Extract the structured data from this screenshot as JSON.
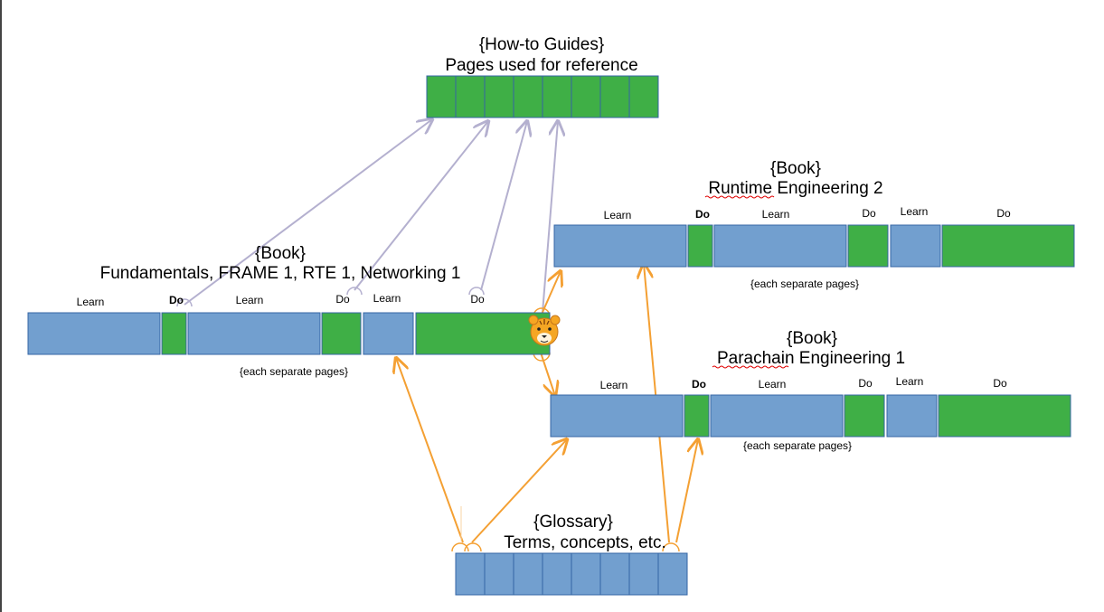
{
  "colors": {
    "learn": "#729fcf",
    "do": "#3faf46",
    "arrow_reference": "#b4b0cf",
    "arrow_glossary": "#f4a033",
    "box_border": "#3465a4",
    "spellcheck": "#e00000"
  },
  "howto": {
    "line1": "{How-to Guides}",
    "line2": "Pages used for reference",
    "cells": 8
  },
  "glossary": {
    "line1": "{Glossary}",
    "line2": "Terms, concepts, etc.",
    "cells": 8
  },
  "books": [
    {
      "id": "fundamentals",
      "line1": "{Book}",
      "line2": "Fundamentals, FRAME 1, RTE 1, Networking 1",
      "note": "{each separate pages}",
      "segments": [
        {
          "kind": "learn",
          "label": "Learn"
        },
        {
          "kind": "do",
          "label": "Do"
        },
        {
          "kind": "learn",
          "label": "Learn"
        },
        {
          "kind": "do",
          "label": "Do"
        },
        {
          "kind": "learn",
          "label": "Learn"
        },
        {
          "kind": "do",
          "label": "Do"
        }
      ]
    },
    {
      "id": "runtime",
      "line1": "{Book}",
      "line2": "Runtime Engineering 2",
      "note": "{each separate pages}",
      "segments": [
        {
          "kind": "learn",
          "label": "Learn"
        },
        {
          "kind": "do",
          "label": "Do"
        },
        {
          "kind": "learn",
          "label": "Learn"
        },
        {
          "kind": "do",
          "label": "Do"
        },
        {
          "kind": "learn",
          "label": "Learn"
        },
        {
          "kind": "do",
          "label": "Do"
        }
      ]
    },
    {
      "id": "parachain",
      "line1": "{Book}",
      "line2": "Parachain Engineering 1",
      "note": "{each separate pages}",
      "segments": [
        {
          "kind": "learn",
          "label": "Learn"
        },
        {
          "kind": "do",
          "label": "Do"
        },
        {
          "kind": "learn",
          "label": "Learn"
        },
        {
          "kind": "do",
          "label": "Do"
        },
        {
          "kind": "learn",
          "label": "Learn"
        },
        {
          "kind": "do",
          "label": "Do"
        }
      ]
    }
  ],
  "emoji": "🐯"
}
